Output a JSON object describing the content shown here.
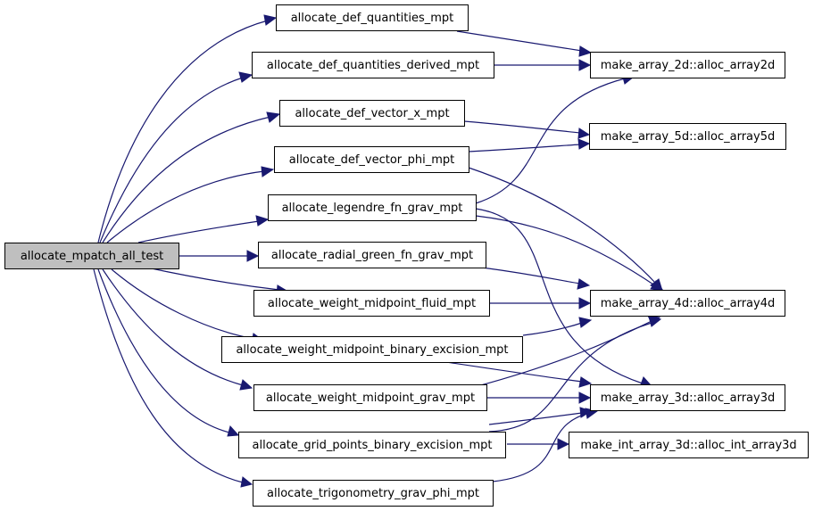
{
  "graph": {
    "edge_color": "#191970",
    "root_fill": "#bfbfbf",
    "nodes": {
      "root": "allocate_mpatch_all_test",
      "n1": "allocate_def_quantities_mpt",
      "n2": "allocate_def_quantities_derived_mpt",
      "n3": "allocate_def_vector_x_mpt",
      "n4": "allocate_def_vector_phi_mpt",
      "n5": "allocate_legendre_fn_grav_mpt",
      "n6": "allocate_radial_green_fn_grav_mpt",
      "n7": "allocate_weight_midpoint_fluid_mpt",
      "n8": "allocate_weight_midpoint_binary_excision_mpt",
      "n9": "allocate_weight_midpoint_grav_mpt",
      "n10": "allocate_grid_points_binary_excision_mpt",
      "n11": "allocate_trigonometry_grav_phi_mpt",
      "a2d": "make_array_2d::alloc_array2d",
      "a5d": "make_array_5d::alloc_array5d",
      "a4d": "make_array_4d::alloc_array4d",
      "a3d": "make_array_3d::alloc_array3d",
      "ia3d": "make_int_array_3d::alloc_int_array3d"
    }
  }
}
